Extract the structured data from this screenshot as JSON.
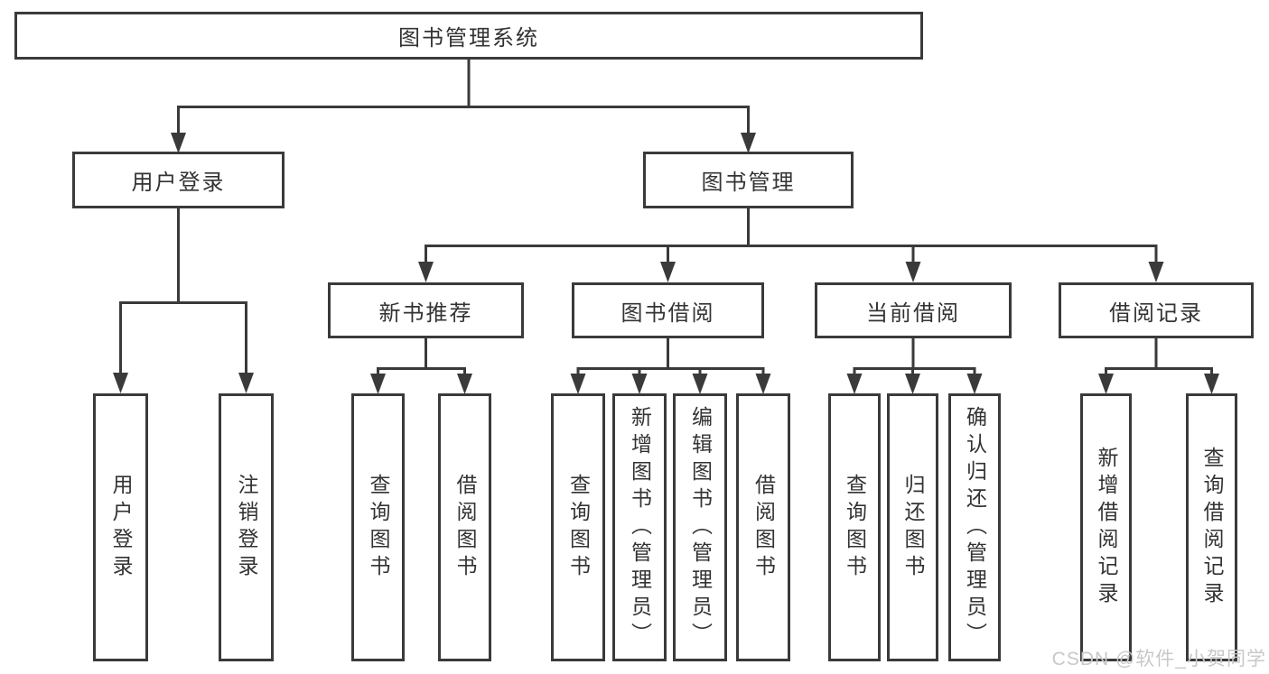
{
  "tree": {
    "root": {
      "label": "图书管理系统",
      "children": [
        {
          "label": "用户登录",
          "children": [
            {
              "label": "用户登录"
            },
            {
              "label": "注销登录"
            }
          ]
        },
        {
          "label": "图书管理",
          "children": [
            {
              "label": "新书推荐",
              "children": [
                {
                  "label": "查询图书"
                },
                {
                  "label": "借阅图书"
                }
              ]
            },
            {
              "label": "图书借阅",
              "children": [
                {
                  "label": "查询图书"
                },
                {
                  "label": "新增图书（管理员）"
                },
                {
                  "label": "编辑图书（管理员）"
                },
                {
                  "label": "借阅图书"
                }
              ]
            },
            {
              "label": "当前借阅",
              "children": [
                {
                  "label": "查询图书"
                },
                {
                  "label": "归还图书"
                },
                {
                  "label": "确认归还（管理员）"
                }
              ]
            },
            {
              "label": "借阅记录",
              "children": [
                {
                  "label": "新增借阅记录"
                },
                {
                  "label": "查询借阅记录"
                }
              ]
            }
          ]
        }
      ]
    }
  },
  "watermark": {
    "text": "CSDN @软件_小贺同学"
  },
  "colors": {
    "line": "#3a3a3a",
    "box_border": "#3a3a3a",
    "text": "#333333",
    "watermark": "#c8c8c8",
    "background": "#ffffff"
  }
}
